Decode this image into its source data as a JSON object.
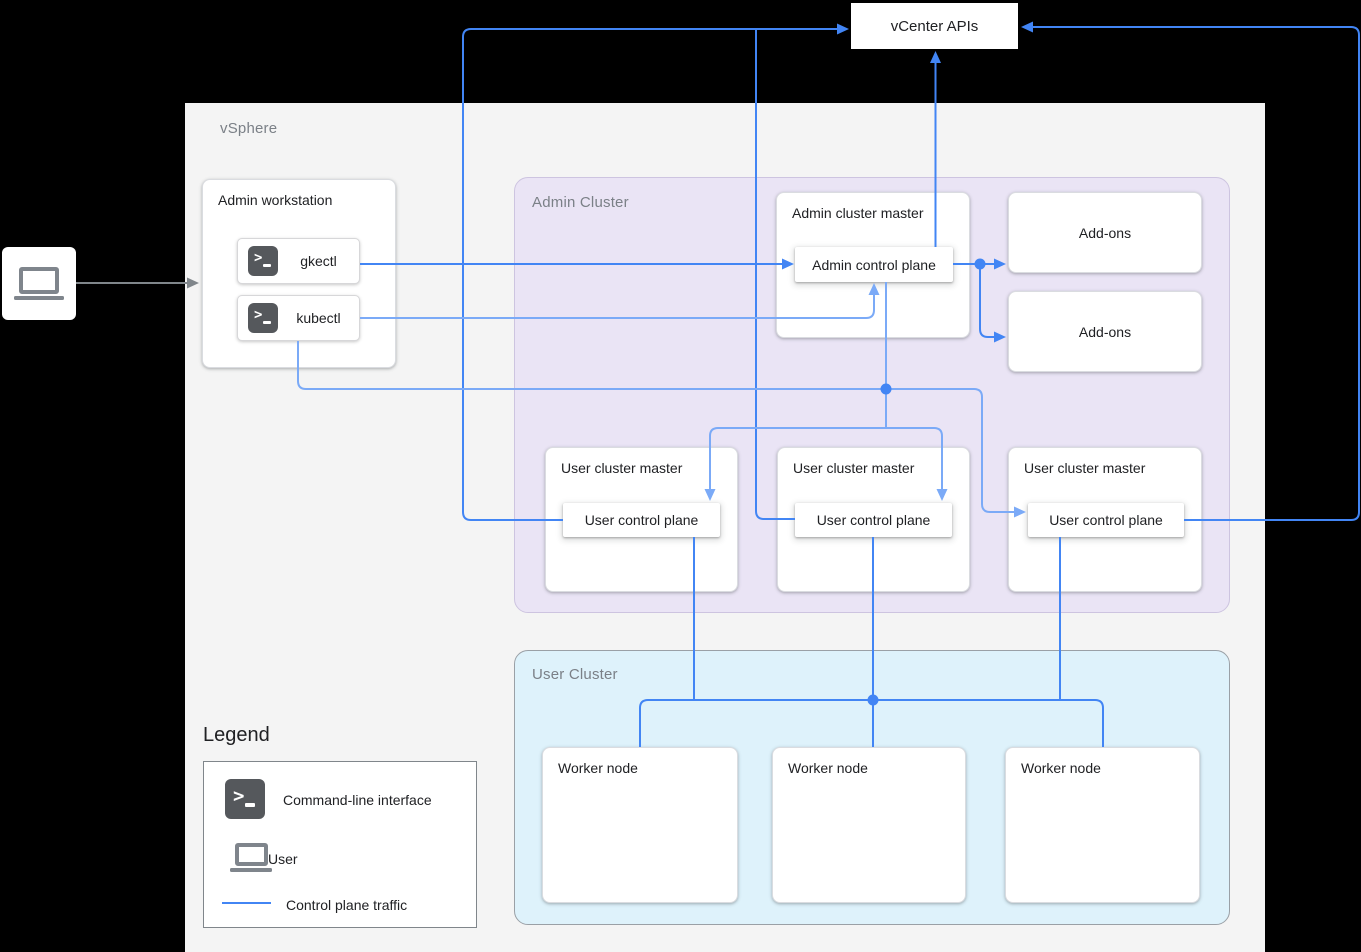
{
  "panels": {
    "vsphere": {
      "label": "vSphere"
    },
    "admin_cluster": {
      "label": "Admin Cluster"
    },
    "user_cluster": {
      "label": "User Cluster"
    }
  },
  "nodes": {
    "vcenter_apis": {
      "label": "vCenter APIs"
    },
    "user": {
      "icon": "laptop-icon"
    },
    "admin_workstation": {
      "label": "Admin workstation",
      "tools": [
        {
          "icon": "terminal-icon",
          "label": "gkectl"
        },
        {
          "icon": "terminal-icon",
          "label": "kubectl"
        }
      ]
    },
    "admin_cluster_master": {
      "label": "Admin cluster master",
      "control_plane": "Admin control plane"
    },
    "addons": [
      {
        "label": "Add-ons"
      },
      {
        "label": "Add-ons"
      }
    ],
    "user_cluster_masters": [
      {
        "label": "User cluster master",
        "control_plane": "User control plane"
      },
      {
        "label": "User cluster master",
        "control_plane": "User control plane"
      },
      {
        "label": "User cluster master",
        "control_plane": "User control plane"
      }
    ],
    "worker_nodes": [
      {
        "label": "Worker node"
      },
      {
        "label": "Worker node"
      },
      {
        "label": "Worker node"
      }
    ]
  },
  "legend": {
    "title": "Legend",
    "items": [
      {
        "icon": "terminal-icon",
        "label": "Command-line interface"
      },
      {
        "icon": "laptop-icon",
        "label": "User"
      },
      {
        "icon": "control-plane-line",
        "label": "Control plane traffic"
      }
    ]
  },
  "colors": {
    "line_blue": "#4285f4",
    "line_blue_light": "#7baaf7",
    "arrow_gray": "#80868b",
    "vsphere_bg": "#f4f4f4",
    "admin_cluster_bg": "#eae4f5",
    "user_cluster_bg": "#def2fb",
    "terminal_icon_bg": "#55585c"
  }
}
